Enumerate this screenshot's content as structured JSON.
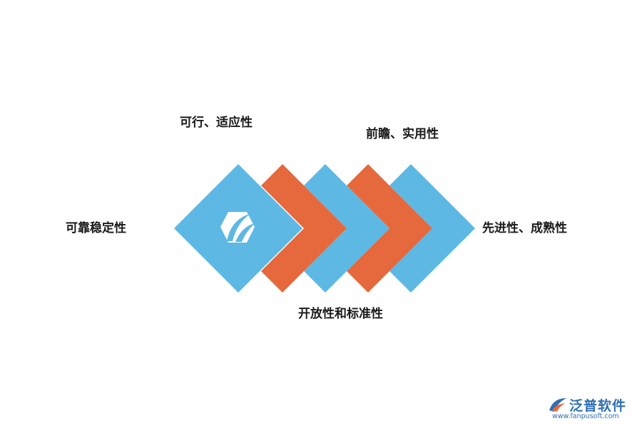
{
  "diagram": {
    "labels": {
      "left": "可靠稳定性",
      "top_left": "可行、适应性",
      "top_right": "前瞻、实用性",
      "bottom": "开放性和标准性",
      "right": "先进性、成熟性"
    },
    "colors": {
      "blue": "#5db8e4",
      "orange": "#e5693c",
      "background": "#ffffff",
      "text": "#1a1a1a"
    },
    "center_icon": "hexagon-leaf-logo-icon",
    "chevrons": [
      {
        "color": "orange"
      },
      {
        "color": "blue"
      },
      {
        "color": "orange"
      },
      {
        "color": "blue"
      }
    ]
  },
  "watermark": {
    "brand_name": "泛普软件",
    "url": "www.fanpusoft.com",
    "color": "#2f6fb3",
    "icon": "fanpu-logo-icon"
  }
}
